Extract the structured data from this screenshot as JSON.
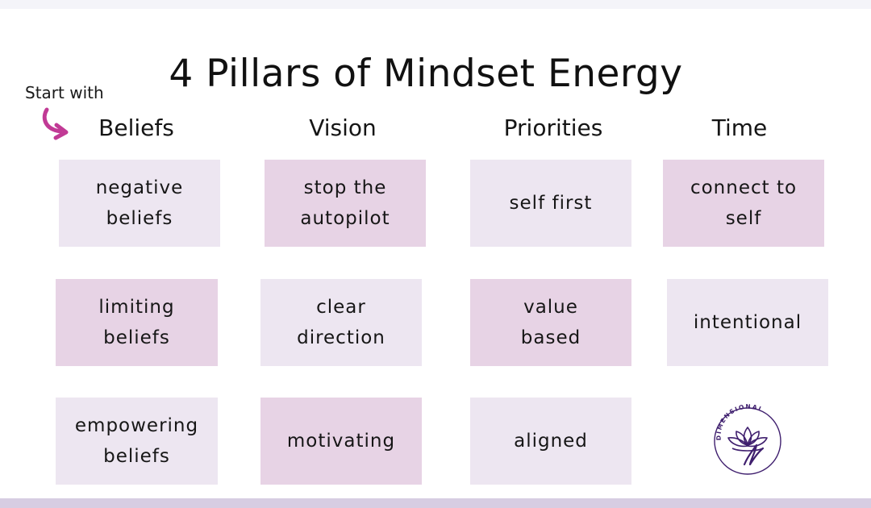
{
  "title": "4 Pillars of Mindset Energy",
  "start_hint": {
    "label": "Start with",
    "icon": "curved-arrow-icon",
    "arrow_color": "#c13a95"
  },
  "columns": [
    {
      "heading": "Beliefs",
      "items": [
        "negative\nbeliefs",
        "limiting\nbeliefs",
        "empowering\nbeliefs"
      ]
    },
    {
      "heading": "Vision",
      "items": [
        "stop the\nautopilot",
        "clear\ndirection",
        "motivating"
      ]
    },
    {
      "heading": "Priorities",
      "items": [
        "self first",
        "value\nbased",
        "aligned"
      ]
    },
    {
      "heading": "Time",
      "items": [
        "connect to\nself",
        "intentional"
      ]
    }
  ],
  "logo": {
    "wordmark": "DIMENSIONAL",
    "icon": "lotus-logo-icon",
    "color": "#3f1f6e"
  },
  "colors": {
    "card_light": "#ede6f1",
    "card_pink": "#e7d3e5",
    "bottom_band": "#d7cde2",
    "accent_purple": "#3f1f6e"
  }
}
